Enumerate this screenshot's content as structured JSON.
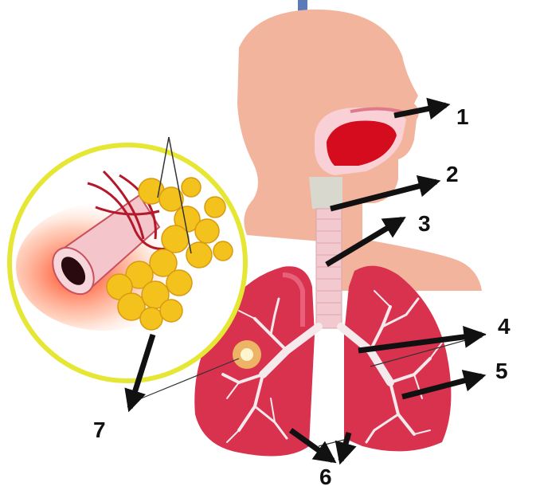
{
  "colors": {
    "skin": "#f2b49c",
    "lung": "#d8324f",
    "lung_light": "#e8607a",
    "bronchi": "#f6e9ec",
    "trachea": "#f1c9cf",
    "alveoli": "#f4c21c",
    "ring": "#e6e634",
    "mouth": "#d40c1e",
    "arrow": "#111111"
  },
  "labels": {
    "l1": "1",
    "l2": "2",
    "l3": "3",
    "l4": "4",
    "l5": "5",
    "l6": "6",
    "l7": "7"
  }
}
